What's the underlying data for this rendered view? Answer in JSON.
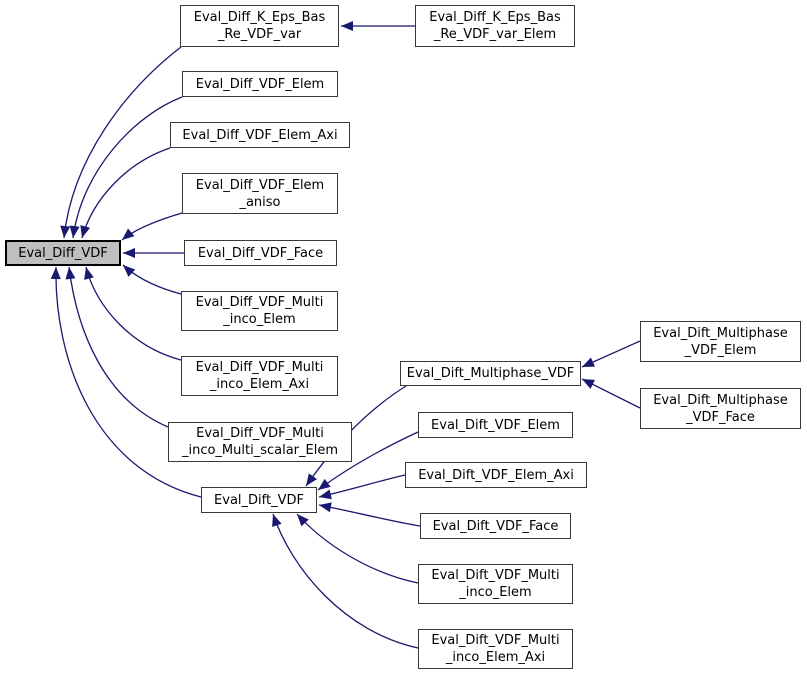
{
  "diagram": {
    "kind": "class-inheritance-graph",
    "main_node": "Eval_Diff_VDF",
    "colors": {
      "edge": "#191970",
      "node_border": "#383838",
      "main_node_fill": "#bfbfbf",
      "main_node_border": "#000000",
      "text": "#000000",
      "background": "#ffffff"
    },
    "nodes": {
      "diff_vdf": {
        "label": "Eval_Diff_VDF"
      },
      "k_eps_var": {
        "label": "Eval_Diff_K_Eps_Bas\n_Re_VDF_var"
      },
      "k_eps_var_elem": {
        "label": "Eval_Diff_K_Eps_Bas\n_Re_VDF_var_Elem"
      },
      "diff_elem": {
        "label": "Eval_Diff_VDF_Elem"
      },
      "diff_elem_axi": {
        "label": "Eval_Diff_VDF_Elem_Axi"
      },
      "diff_elem_aniso": {
        "label": "Eval_Diff_VDF_Elem\n_aniso"
      },
      "diff_face": {
        "label": "Eval_Diff_VDF_Face"
      },
      "diff_multi_inco_elem": {
        "label": "Eval_Diff_VDF_Multi\n_inco_Elem"
      },
      "diff_multi_inco_elem_axi": {
        "label": "Eval_Diff_VDF_Multi\n_inco_Elem_Axi"
      },
      "diff_multi_scalar_elem": {
        "label": "Eval_Diff_VDF_Multi\n_inco_Multi_scalar_Elem"
      },
      "dift_vdf": {
        "label": "Eval_Dift_VDF"
      },
      "dift_multiphase": {
        "label": "Eval_Dift_Multiphase_VDF"
      },
      "dift_multiphase_elem": {
        "label": "Eval_Dift_Multiphase\n_VDF_Elem"
      },
      "dift_multiphase_face": {
        "label": "Eval_Dift_Multiphase\n_VDF_Face"
      },
      "dift_elem": {
        "label": "Eval_Dift_VDF_Elem"
      },
      "dift_elem_axi": {
        "label": "Eval_Dift_VDF_Elem_Axi"
      },
      "dift_face": {
        "label": "Eval_Dift_VDF_Face"
      },
      "dift_multi_inco_elem": {
        "label": "Eval_Dift_VDF_Multi\n_inco_Elem"
      },
      "dift_multi_inco_elem_axi": {
        "label": "Eval_Dift_VDF_Multi\n_inco_Elem_Axi"
      }
    },
    "edges": [
      {
        "from": "Eval_Diff_K_Eps_Bas_Re_VDF_var_Elem",
        "to": "Eval_Diff_K_Eps_Bas_Re_VDF_var"
      },
      {
        "from": "Eval_Diff_K_Eps_Bas_Re_VDF_var",
        "to": "Eval_Diff_VDF"
      },
      {
        "from": "Eval_Diff_VDF_Elem",
        "to": "Eval_Diff_VDF"
      },
      {
        "from": "Eval_Diff_VDF_Elem_Axi",
        "to": "Eval_Diff_VDF"
      },
      {
        "from": "Eval_Diff_VDF_Elem_aniso",
        "to": "Eval_Diff_VDF"
      },
      {
        "from": "Eval_Diff_VDF_Face",
        "to": "Eval_Diff_VDF"
      },
      {
        "from": "Eval_Diff_VDF_Multi_inco_Elem",
        "to": "Eval_Diff_VDF"
      },
      {
        "from": "Eval_Diff_VDF_Multi_inco_Elem_Axi",
        "to": "Eval_Diff_VDF"
      },
      {
        "from": "Eval_Diff_VDF_Multi_inco_Multi_scalar_Elem",
        "to": "Eval_Diff_VDF"
      },
      {
        "from": "Eval_Dift_VDF",
        "to": "Eval_Diff_VDF"
      },
      {
        "from": "Eval_Dift_Multiphase_VDF",
        "to": "Eval_Dift_VDF"
      },
      {
        "from": "Eval_Dift_Multiphase_VDF_Elem",
        "to": "Eval_Dift_Multiphase_VDF"
      },
      {
        "from": "Eval_Dift_Multiphase_VDF_Face",
        "to": "Eval_Dift_Multiphase_VDF"
      },
      {
        "from": "Eval_Dift_VDF_Elem",
        "to": "Eval_Dift_VDF"
      },
      {
        "from": "Eval_Dift_VDF_Elem_Axi",
        "to": "Eval_Dift_VDF"
      },
      {
        "from": "Eval_Dift_VDF_Face",
        "to": "Eval_Dift_VDF"
      },
      {
        "from": "Eval_Dift_VDF_Multi_inco_Elem",
        "to": "Eval_Dift_VDF"
      },
      {
        "from": "Eval_Dift_VDF_Multi_inco_Elem_Axi",
        "to": "Eval_Dift_VDF"
      }
    ]
  }
}
